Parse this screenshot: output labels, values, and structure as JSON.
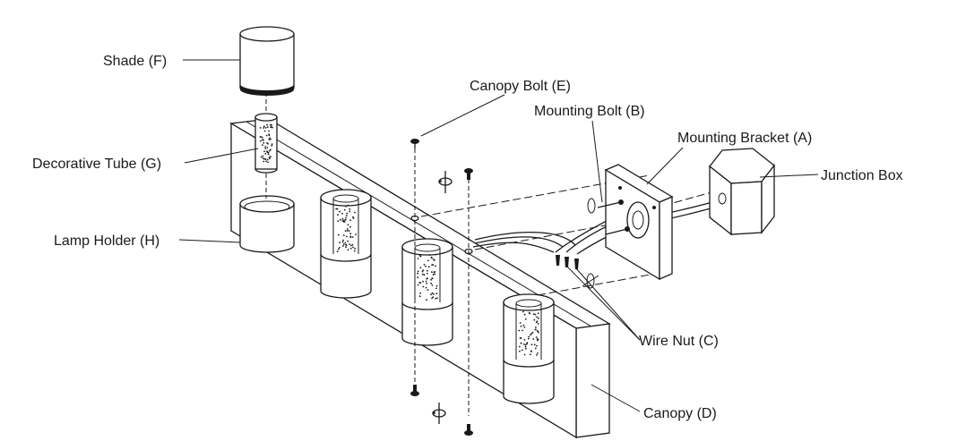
{
  "labels": {
    "shade": "Shade (F)",
    "canopy_bolt": "Canopy Bolt (E)",
    "mounting_bolt": "Mounting Bolt (B)",
    "mounting_bracket": "Mounting Bracket (A)",
    "junction_box": "Junction Box",
    "decorative_tube": "Decorative Tube (G)",
    "lamp_holder": "Lamp Holder (H)",
    "wire_nut": "Wire Nut (C)",
    "canopy": "Canopy (D)"
  }
}
